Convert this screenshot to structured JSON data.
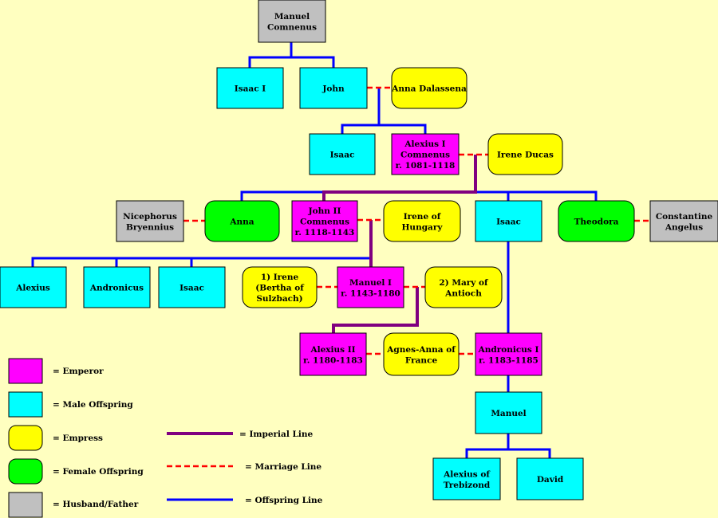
{
  "diagram": {
    "people": {
      "manuel_comnenus": [
        "Manuel",
        "Comnenus"
      ],
      "isaac_i": [
        "Isaac I"
      ],
      "john": [
        "John"
      ],
      "anna_dalassena": [
        "Anna Dalassena"
      ],
      "isaac_a": [
        "Isaac"
      ],
      "alexius_i": [
        "Alexius I",
        "Comnenus",
        "r. 1081-1118"
      ],
      "irene_ducas": [
        "Irene Ducas"
      ],
      "nicephorus": [
        "Nicephorus",
        "Bryennius"
      ],
      "anna": [
        "Anna"
      ],
      "john_ii": [
        "John II",
        "Comnenus",
        "r. 1118-1143"
      ],
      "irene_hungary": [
        "Irene of",
        "Hungary"
      ],
      "isaac_b": [
        "Isaac"
      ],
      "theodora": [
        "Theodora"
      ],
      "constantine": [
        "Constantine",
        "Angelus"
      ],
      "alexius": [
        "Alexius"
      ],
      "andronicus": [
        "Andronicus"
      ],
      "isaac_c": [
        "Isaac"
      ],
      "irene_bertha": [
        "1) Irene",
        "(Bertha of",
        "Sulzbach)"
      ],
      "manuel_i": [
        "Manuel I",
        "r. 1143-1180"
      ],
      "mary_antioch": [
        "2) Mary of",
        "Antioch"
      ],
      "alexius_ii": [
        "Alexius II",
        "r. 1180-1183"
      ],
      "agnes_anna": [
        "Agnes-Anna of",
        "France"
      ],
      "andronicus_i": [
        "Andronicus I",
        "r. 1183-1185"
      ],
      "manuel": [
        "Manuel"
      ],
      "alexius_trebizond": [
        "Alexius of",
        "Trebizond"
      ],
      "david": [
        "David"
      ]
    },
    "colors": {
      "emperor": "#ff00ff",
      "male": "#00ffff",
      "empress": "#ffff00",
      "female": "#00ff00",
      "husband": "#c0c0c0",
      "imperial_line": "#800080",
      "marriage_line": "#ff0000",
      "offspring_line": "#0000ff",
      "background": "#ffffc0"
    }
  },
  "legend": {
    "emperor": "= Emperor",
    "male": "= Male Offspring",
    "empress": "= Empress",
    "female": "= Female Offspring",
    "husband": "= Husband/Father",
    "imperial_line": "= Imperial Line",
    "marriage_line": "= Marriage Line",
    "offspring_line": "= Offspring Line"
  }
}
